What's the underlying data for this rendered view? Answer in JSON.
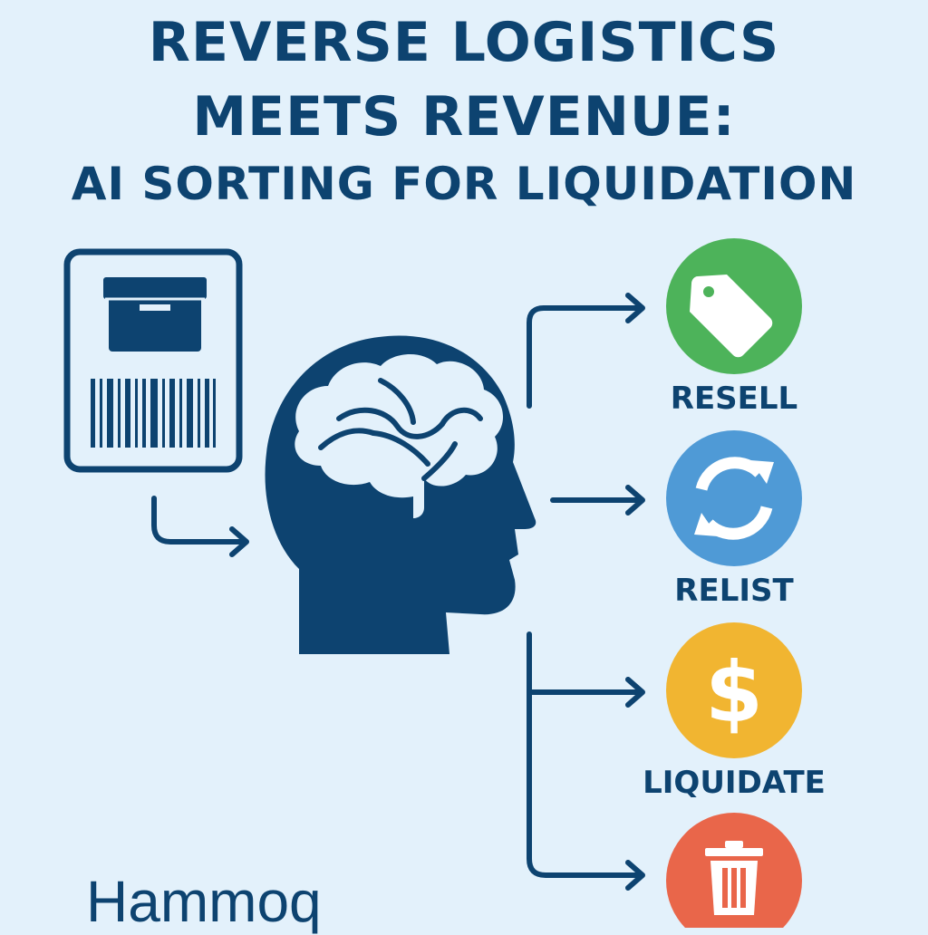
{
  "title": {
    "line1": "REVERSE LOGISTICS",
    "line2": "MEETS REVENUE:",
    "line3": "AI SORTING FOR LIQUIDATION"
  },
  "brand": "Hammoq",
  "outcomes": [
    {
      "label": "RESELL",
      "icon": "tag-icon",
      "color": "#4db35a"
    },
    {
      "label": "RELIST",
      "icon": "refresh-icon",
      "color": "#4f9ad6"
    },
    {
      "label": "LIQUIDATE",
      "icon": "dollar-icon",
      "color": "#f1b531"
    },
    {
      "label": "",
      "icon": "trash-icon",
      "color": "#e9664a"
    }
  ],
  "colors": {
    "navy": "#0d4370",
    "background": "#e3f1fb"
  }
}
